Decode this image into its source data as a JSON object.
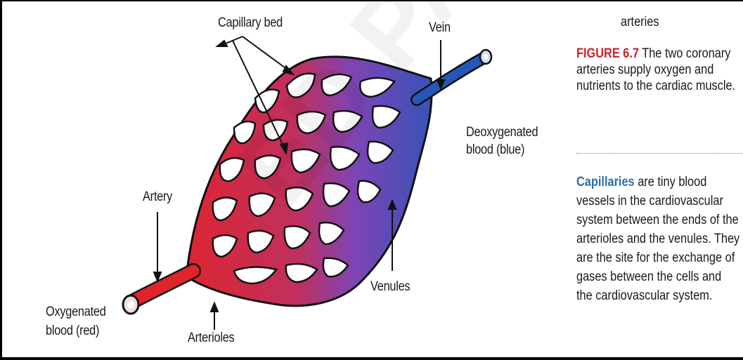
{
  "diagram": {
    "labels": {
      "capillary_bed": "Capillary bed",
      "vein": "Vein",
      "deoxygenated": [
        "Deoxygenated",
        "blood (blue)"
      ],
      "artery": "Artery",
      "oxygenated": [
        "Oxygenated",
        "blood (red)"
      ],
      "arterioles": "Arterioles",
      "venules": "Venules"
    },
    "colors": {
      "arterial": "#d9232b",
      "capillary": "#8a3fb0",
      "venous": "#2457b8"
    }
  },
  "sidebar": {
    "top_word": "arteries",
    "figure_number": "FIGURE 6.7",
    "figure_caption": "The two coronary arteries supply oxygen and nutrients to the cardiac muscle.",
    "term": "Capillaries",
    "definition_lines": [
      "are tiny blood",
      "vessels in the cardiovascular",
      "system between the ends of the",
      "arterioles and the venules. They",
      "are the site for the exchange of",
      "gases between the cells and",
      "the cardiovascular system."
    ]
  }
}
